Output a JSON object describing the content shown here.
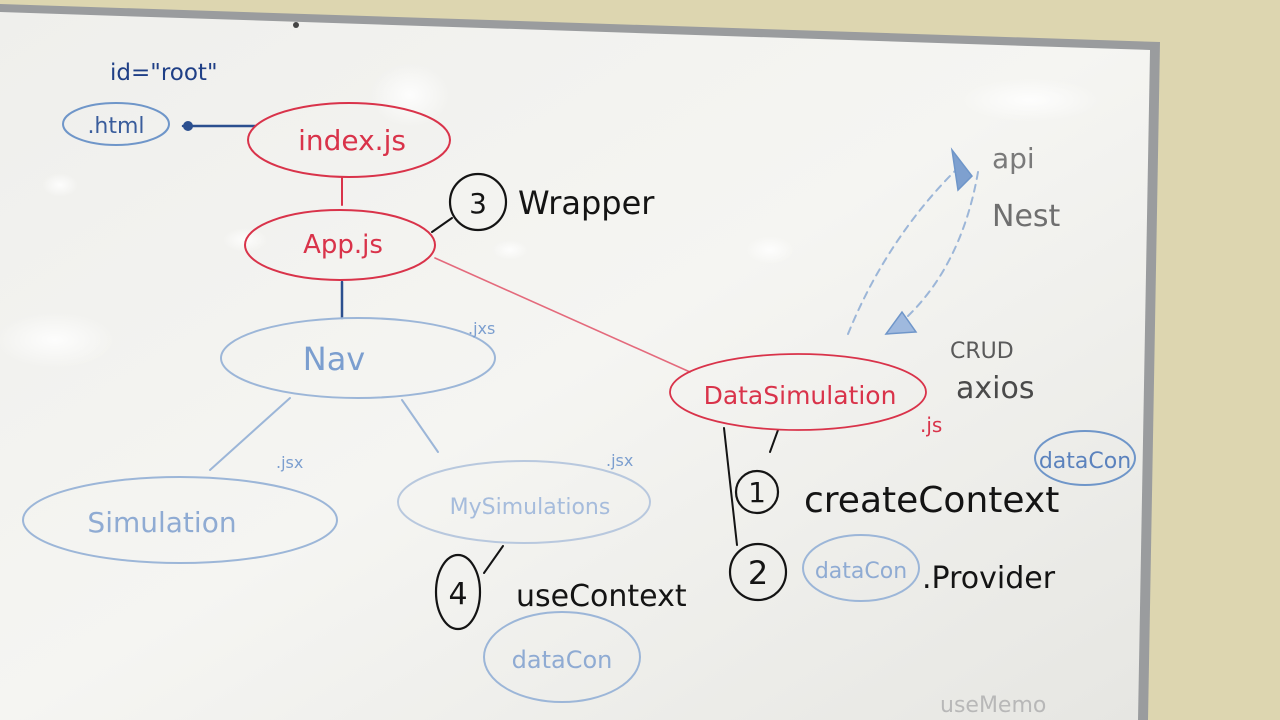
{
  "board": {
    "annotation_id": "id=\"root\"",
    "nodes": {
      "html": ".html",
      "index": "index.js",
      "app": "App.js",
      "nav": "Nav",
      "nav_ext": ".jxs",
      "simulation": "Simulation",
      "simulation_ext": ".jsx",
      "my_simulations": "MySimulations",
      "my_simulations_ext": ".jsx",
      "data_simulation": "DataSimulation",
      "data_simulation_ext": ".js"
    },
    "steps": {
      "s1_num": "1",
      "s1_text": "createContext",
      "s2_num": "2",
      "s2_datacon": "dataCon",
      "s2_text": ".Provider",
      "s3_num": "3",
      "s3_text": "Wrapper",
      "s4_num": "4",
      "s4_text": "useContext",
      "s4_datacon": "dataCon"
    },
    "api": {
      "line1": "api",
      "line2": "Nest",
      "crud": "CRUD",
      "axios": "axios",
      "datacon": "dataCon"
    },
    "bottom_note": "useMemo"
  },
  "colors": {
    "red_marker": "#d9334a",
    "blue_marker": "#6f96c9",
    "black_marker": "#141414"
  }
}
